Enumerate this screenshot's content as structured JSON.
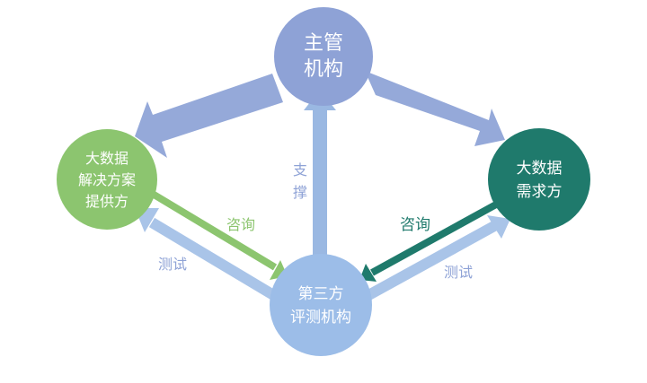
{
  "nodes": {
    "regulator": {
      "lines": [
        "主管",
        "机构"
      ],
      "color": "#8EA2D6"
    },
    "provider": {
      "lines": [
        "大数据",
        "解决方案",
        "提供方"
      ],
      "color": "#8CC56F"
    },
    "demand": {
      "lines": [
        "大数据",
        "需求方"
      ],
      "color": "#1F7A6C"
    },
    "evaluator": {
      "lines": [
        "第三方",
        "评测机构"
      ],
      "color": "#9CBDE8"
    }
  },
  "edges": {
    "support": {
      "label": "支撑",
      "chars": [
        "支",
        "撑"
      ],
      "color": "#9AB8E2"
    },
    "consult_provider": {
      "label": "咨询",
      "color": "#8CC56F"
    },
    "consult_demand": {
      "label": "咨询",
      "color": "#1F7A6C"
    },
    "test_provider": {
      "label": "测试",
      "color": "#A9C4E8"
    },
    "test_demand": {
      "label": "测试",
      "color": "#A9C4E8"
    },
    "regulate_left": {
      "color": "#95A9D9"
    },
    "regulate_right": {
      "color": "#95A9D9"
    }
  }
}
